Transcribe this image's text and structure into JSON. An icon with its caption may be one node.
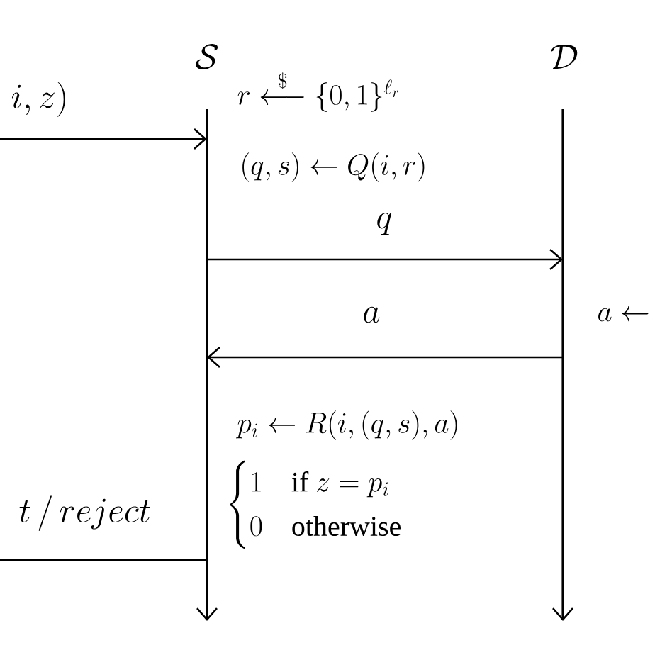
{
  "diagram": {
    "nodes": [
      {
        "text": [
          "\\mathcal{S}"
        ]
      },
      {
        "text": [
          "\\mathcal{D}"
        ]
      },
      {
        "text": [],
        "shape": "bar"
      },
      {
        "text": [],
        "shape": "bar"
      }
    ],
    "edges": [
      {
        "from": null,
        "to": 2,
        "arrow": "to",
        "label": "i,z)"
      },
      {
        "from": 2,
        "to": 3,
        "arrow": "to",
        "label": "q"
      },
      {
        "from": 3,
        "to": 2,
        "arrow": "to",
        "label": "a"
      },
      {
        "from": 2,
        "to": null,
        "arrow": "none",
        "label": "t\\,/\\,reject"
      }
    ],
    "labels": [
      "r \\overset{\\$}{\\longleftarrow} \\{0,1\\}^{\\ell_r}",
      "(q,s) \\leftarrow Q(i,r)",
      "a \\leftarrow",
      "p_i \\leftarrow R(i,(q,s),a)",
      "\\begin{cases} 1 & \\text{if } z = p_i \\\\ 0 & \\text{otherwise}\\end{cases}"
    ]
  }
}
